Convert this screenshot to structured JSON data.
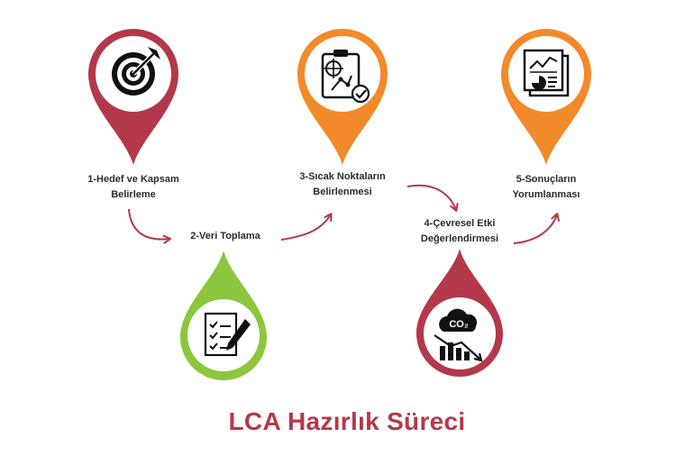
{
  "title": "LCA Hazırlık Süreci",
  "colors": {
    "red": "#b3394a",
    "orange": "#f28a2a",
    "green": "#8cc63e",
    "arrow": "#b3394a",
    "text": "#2b2b2b"
  },
  "steps": [
    {
      "label_line1": "1-Hedef ve Kapsam",
      "label_line2": "Belirleme",
      "icon": "target-icon",
      "color": "red",
      "pin": "pointing-down"
    },
    {
      "label_line1": "2-Veri Toplama",
      "label_line2": "",
      "icon": "checklist-pen-icon",
      "color": "green",
      "pin": "pointing-up"
    },
    {
      "label_line1": "3-Sıcak Noktaların",
      "label_line2": "Belirlenmesi",
      "icon": "clipboard-analysis-icon",
      "color": "orange",
      "pin": "pointing-down"
    },
    {
      "label_line1": "4-Çevresel Etki",
      "label_line2": "Değerlendirmesi",
      "icon": "co2-decrease-icon",
      "color": "red",
      "pin": "pointing-up"
    },
    {
      "label_line1": "5-Sonuçların",
      "label_line2": "Yorumlanması",
      "icon": "report-chart-icon",
      "color": "orange",
      "pin": "pointing-down"
    }
  ],
  "icon_text": {
    "co2": "CO₂"
  }
}
